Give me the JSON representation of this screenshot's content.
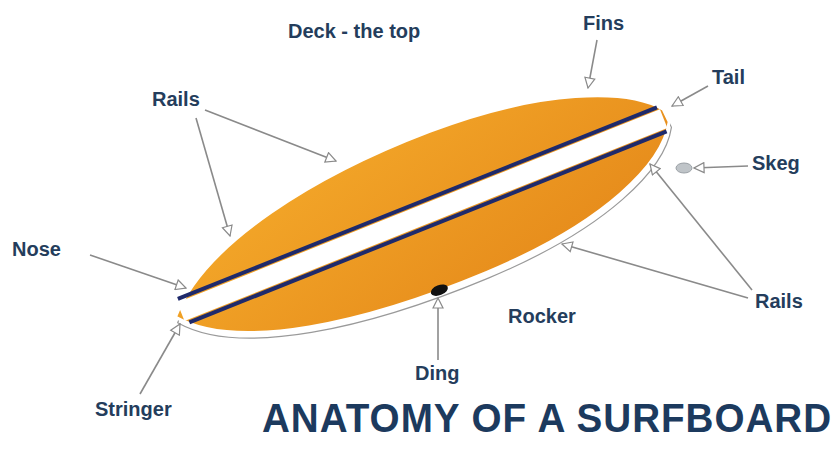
{
  "diagram": {
    "title": "ANATOMY OF A SURFBOARD",
    "labels": [
      "Deck - the top",
      "Fins",
      "Rails",
      "Tail",
      "Skeg",
      "Nose",
      "Rails",
      "Rocker",
      "Ding",
      "Stringer"
    ]
  }
}
